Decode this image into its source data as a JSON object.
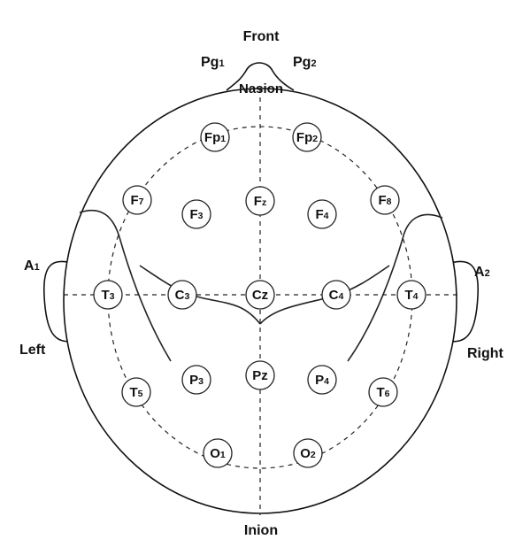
{
  "labels": {
    "front": "Front",
    "nasion": "Nasion",
    "inion": "Inion",
    "left": "Left",
    "right": "Right",
    "pg1": {
      "base": "Pg",
      "sub": "1"
    },
    "pg2": {
      "base": "Pg",
      "sub": "2"
    },
    "a1": {
      "base": "A",
      "sub": "1"
    },
    "a2": {
      "base": "A",
      "sub": "2"
    }
  },
  "electrodes": [
    {
      "id": "fp1",
      "base": "Fp",
      "sub": "1"
    },
    {
      "id": "fp2",
      "base": "Fp",
      "sub": "2"
    },
    {
      "id": "f7",
      "base": "F",
      "sub": "7"
    },
    {
      "id": "f3",
      "base": "F",
      "sub": "3"
    },
    {
      "id": "fz",
      "base": "F",
      "sub": "z"
    },
    {
      "id": "f4",
      "base": "F",
      "sub": "4"
    },
    {
      "id": "f8",
      "base": "F",
      "sub": "8"
    },
    {
      "id": "t3",
      "base": "T",
      "sub": "3"
    },
    {
      "id": "c3",
      "base": "C",
      "sub": "3"
    },
    {
      "id": "cz",
      "base": "Cz",
      "sub": ""
    },
    {
      "id": "c4",
      "base": "C",
      "sub": "4"
    },
    {
      "id": "t4",
      "base": "T",
      "sub": "4"
    },
    {
      "id": "t5",
      "base": "T",
      "sub": "5"
    },
    {
      "id": "p3",
      "base": "P",
      "sub": "3"
    },
    {
      "id": "pz",
      "base": "Pz",
      "sub": ""
    },
    {
      "id": "p4",
      "base": "P",
      "sub": "4"
    },
    {
      "id": "t6",
      "base": "T",
      "sub": "6"
    },
    {
      "id": "o1",
      "base": "O",
      "sub": "1"
    },
    {
      "id": "o2",
      "base": "O",
      "sub": "2"
    }
  ]
}
